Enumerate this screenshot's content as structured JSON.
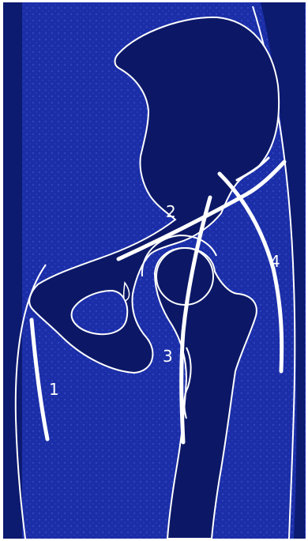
{
  "diagram": {
    "labels": {
      "one": "1",
      "two": "2",
      "three": "3",
      "four": "4"
    },
    "colors": {
      "background": "#17279c",
      "dark_fill": "#0c1866",
      "outline": "#ffffff",
      "frame": "#ffffff"
    }
  }
}
